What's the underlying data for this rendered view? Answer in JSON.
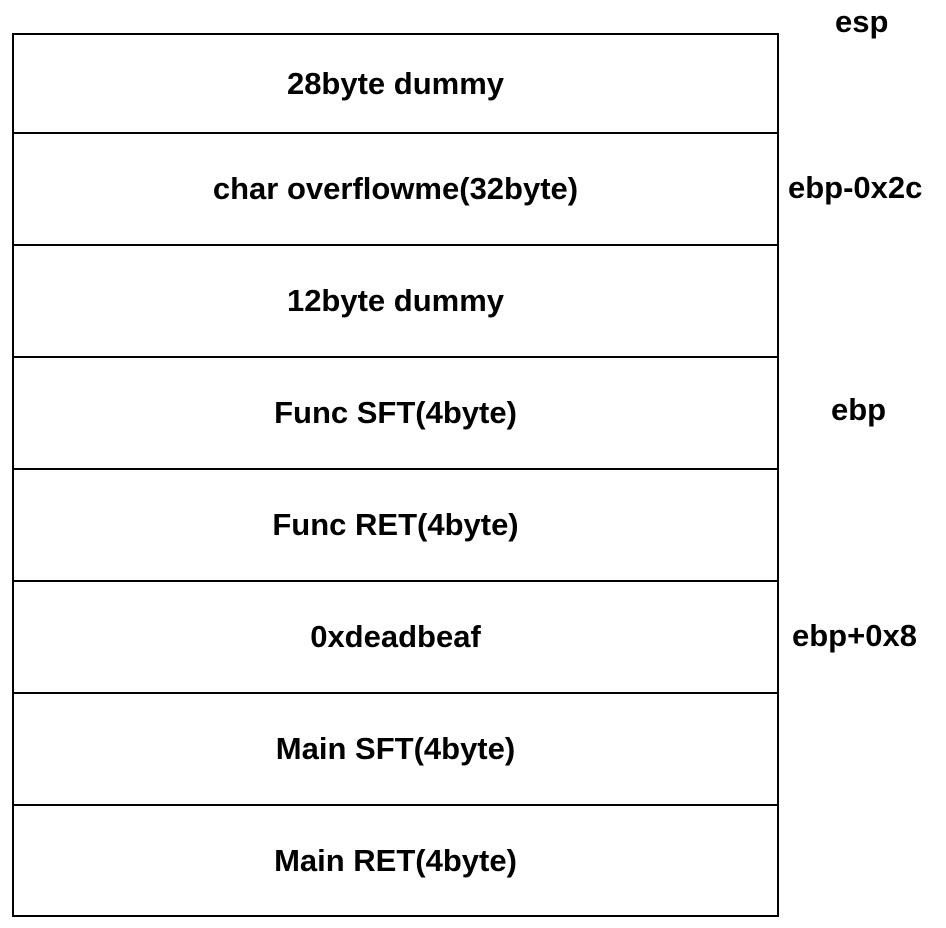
{
  "stack": {
    "cells": [
      "28byte dummy",
      "char overflowme(32byte)",
      "12byte dummy",
      "Func SFT(4byte)",
      "Func RET(4byte)",
      "0xdeadbeaf",
      "Main SFT(4byte)",
      "Main RET(4byte)"
    ]
  },
  "labels": {
    "esp": "esp",
    "ebp_minus": "ebp-0x2c",
    "ebp": "ebp",
    "ebp_plus": "ebp+0x8"
  }
}
